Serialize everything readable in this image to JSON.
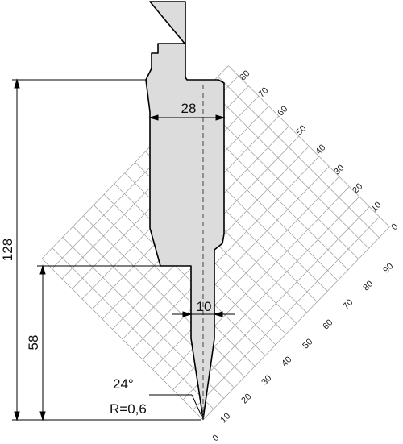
{
  "diagram": {
    "dimensions": {
      "total_height": "128",
      "lower_height": "58",
      "body_width": "28",
      "neck_width": "10"
    },
    "tip_angle": "24°",
    "tip_radius": "R=0,6",
    "grid_scale_left": [
      "0",
      "10",
      "20",
      "30",
      "40",
      "50",
      "60",
      "70",
      "80"
    ],
    "grid_scale_right": [
      "0",
      "10",
      "20",
      "30",
      "40",
      "50",
      "60",
      "70",
      "80",
      "90"
    ],
    "colors": {
      "tool_fill": "#dcdcdc",
      "outline": "#000000",
      "grid": "#9a9a9a"
    }
  }
}
